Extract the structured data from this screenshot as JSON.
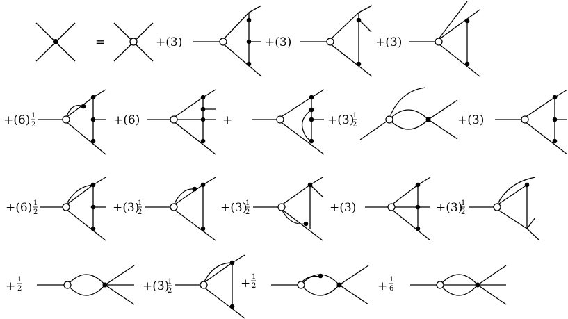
{
  "equation": {
    "equals": "=",
    "terms": [
      {
        "prefix": "+(3)"
      },
      {
        "prefix": "+(3)"
      },
      {
        "prefix": "+(3)"
      },
      {
        "prefix": "+(6)",
        "frac": true
      },
      {
        "prefix": "+(6)"
      },
      {
        "prefix": "+"
      },
      {
        "prefix": "+(3)",
        "frac": true
      },
      {
        "prefix": "+(3)"
      },
      {
        "prefix": "+(6)",
        "frac": true
      },
      {
        "prefix": "+(3)",
        "frac": true
      },
      {
        "prefix": "+(3)",
        "frac": true
      },
      {
        "prefix": "+(3)"
      },
      {
        "prefix": "+(3)",
        "frac": true
      },
      {
        "prefix": "+",
        "frac": true,
        "den": "2"
      },
      {
        "prefix": "+(3)",
        "frac": true
      },
      {
        "prefix": "+",
        "frac": true,
        "den": "2"
      },
      {
        "prefix": "+",
        "frac": true,
        "den": "6"
      }
    ],
    "half_num": "1",
    "half_den": "2"
  }
}
